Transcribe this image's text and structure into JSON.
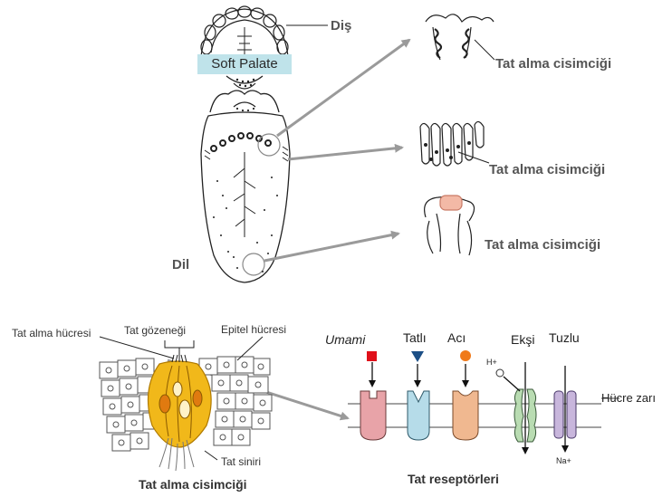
{
  "labels": {
    "dis": "Diş",
    "soft_palate": "Soft Palate",
    "dil": "Dil",
    "bud1": "Tat alma cisimciği",
    "bud2": "Tat alma cisimciği",
    "bud3": "Tat alma cisimciği",
    "tat_alma_hucresi": "Tat alma hücresi",
    "tat_gozenegi": "Tat gözeneği",
    "epitel_hucresi": "Epitel hücresi",
    "tat_siniri": "Tat siniri",
    "bud_caption": "Tat alma cisimciği",
    "receptors_caption": "Tat reseptörleri",
    "umami": "Umami",
    "tatli": "Tatlı",
    "aci": "Acı",
    "eksi": "Ekşi",
    "tuzlu": "Tuzlu",
    "hplus": "H+",
    "naplus": "Na+",
    "hucre_zari": "Hücre zarı"
  },
  "colors": {
    "umami": "#e8a3a8",
    "umami_ligand": "#e0101a",
    "tatli": "#b6dce9",
    "tatli_ligand": "#1c4f86",
    "aci": "#f0b890",
    "aci_ligand": "#f07a1a",
    "eksi": "#b9dcb2",
    "tuzlu": "#c8b6dc",
    "bud_yellow": "#f1b81a",
    "bud_orange": "#e07a10",
    "soft_palate_bg": "#bfe3ea",
    "arrow_gray": "#9a9a9a"
  }
}
